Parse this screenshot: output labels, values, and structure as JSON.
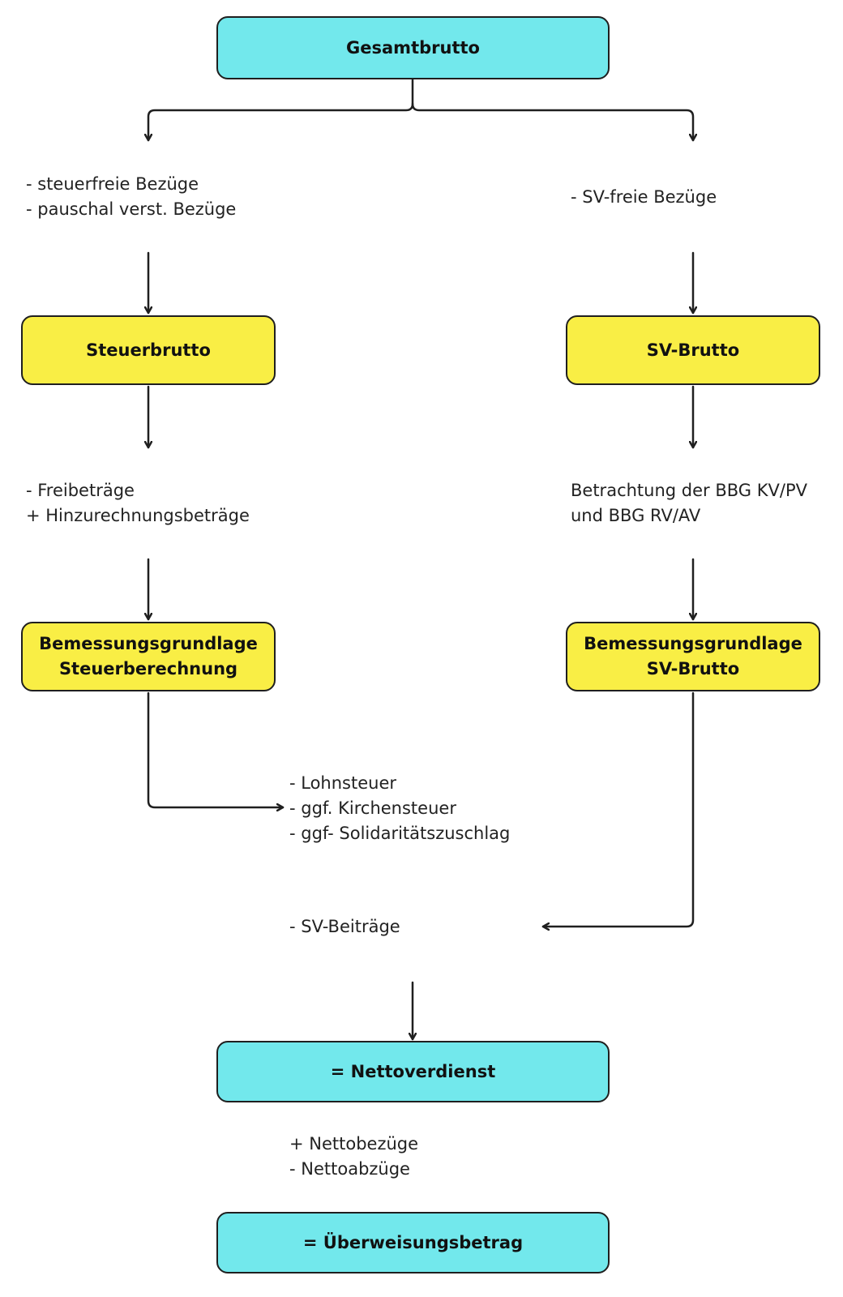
{
  "colors": {
    "cyan_box": "#72e8ec",
    "yellow_box": "#f9ee45",
    "stroke": "#1f1f1f"
  },
  "nodes": {
    "gesamtbrutto": "Gesamtbrutto",
    "steuerbrutto": "Steuerbrutto",
    "sv_brutto": "SV-Brutto",
    "bemessungsgrundlage_steuer": "Bemessungsgrundlage\nSteuerberechnung",
    "bemessungsgrundlage_sv": "Bemessungsgrundlage\nSV-Brutto",
    "nettoverdienst": "= Nettoverdienst",
    "ueberweisungsbetrag": "= Überweisungsbetrag"
  },
  "notes": {
    "steuerfreie_bezuege": "- steuerfreie Bezüge\n- pauschal verst. Bezüge",
    "sv_freie_bezuege": "- SV-freie Bezüge",
    "freibetraege": "- Freibeträge\n+ Hinzurechnungsbeträge",
    "bbg": "Betrachtung der BBG KV/PV\nund BBG RV/AV",
    "steuern": "- Lohnsteuer\n- ggf. Kirchensteuer\n- ggf- Solidaritätszuschlag",
    "sv_beitraege": "- SV-Beiträge",
    "netto_bezuege_abzuege": "+ Nettobezüge\n- Nettoabzüge"
  }
}
